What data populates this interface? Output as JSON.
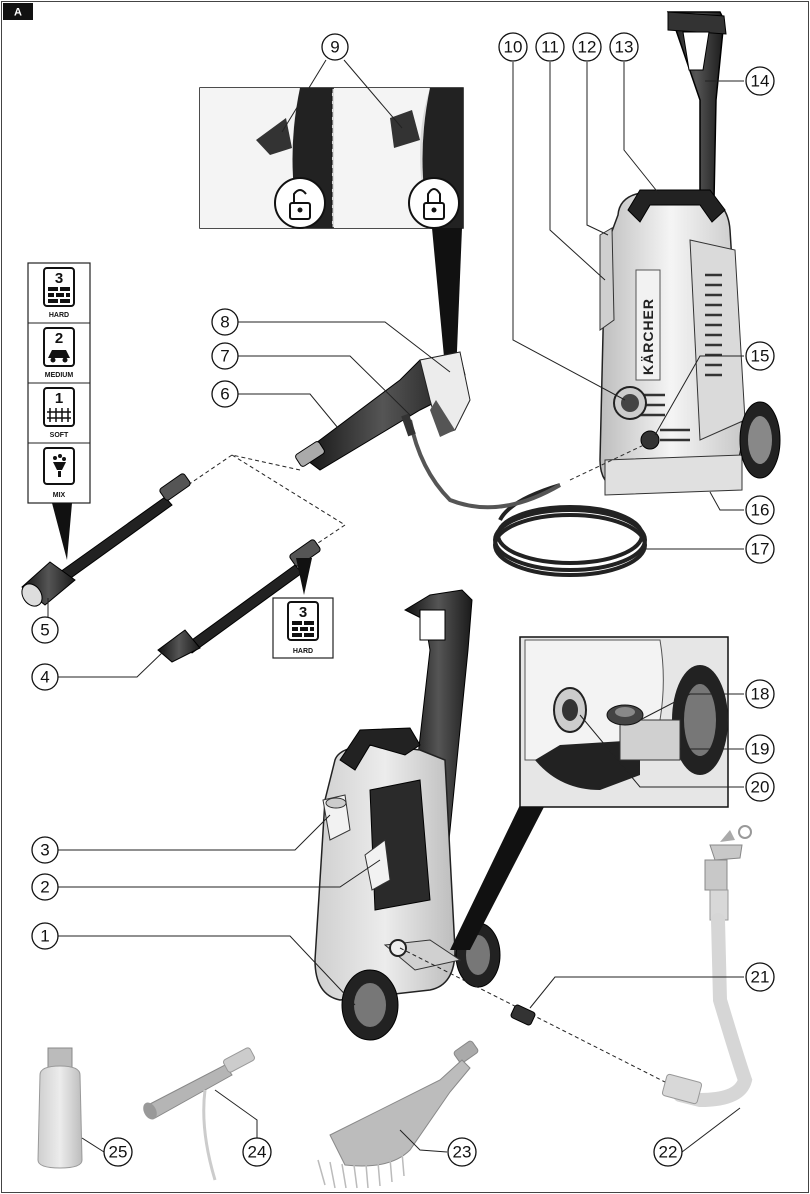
{
  "figure_tag": "A",
  "brand_text": "KÄRCHER",
  "callouts": [
    "1",
    "2",
    "3",
    "4",
    "5",
    "6",
    "7",
    "8",
    "9",
    "10",
    "11",
    "12",
    "13",
    "14",
    "15",
    "16",
    "17",
    "18",
    "19",
    "20",
    "21",
    "22",
    "23",
    "24",
    "25"
  ],
  "pressure_levels": [
    {
      "digit": "3",
      "label": "HARD"
    },
    {
      "digit": "2",
      "label": "MEDIUM"
    },
    {
      "digit": "1",
      "label": "SOFT"
    },
    {
      "digit": "",
      "label": "MIX"
    }
  ],
  "dirt_blaster_level": {
    "digit": "3",
    "label": "HARD"
  },
  "colors": {
    "ink": "#111111",
    "body_white": "#eeeeee",
    "body_grey": "#9a9a9a",
    "dark": "#2a2a2a",
    "light_grey": "#cfcfcf"
  }
}
